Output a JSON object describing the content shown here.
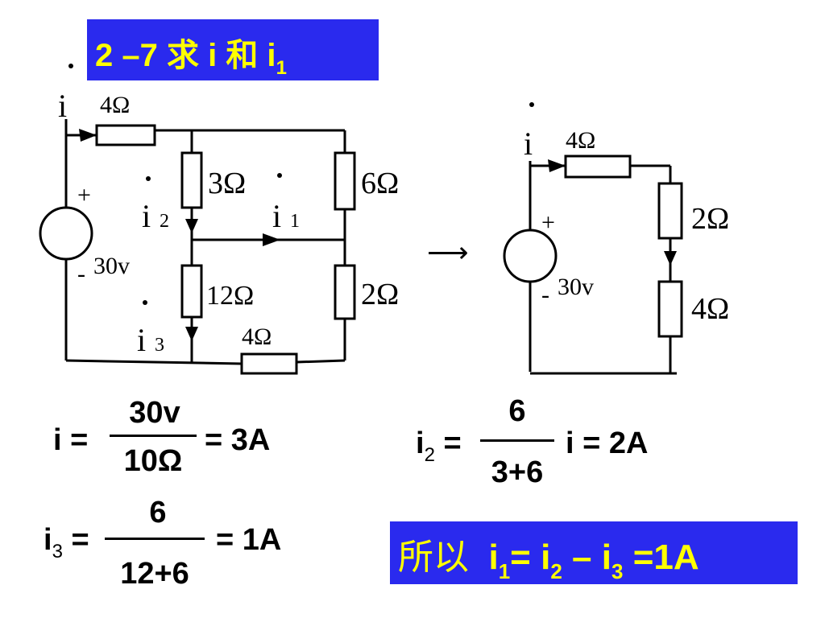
{
  "title": {
    "number": "2 –7",
    "text": "求 i 和 i",
    "sub": "1"
  },
  "left_circuit": {
    "current_i": "i",
    "current_i1": "i",
    "current_i1_sub": "1",
    "current_i2": "i",
    "current_i2_sub": "2",
    "current_i3": "i",
    "current_i3_sub": "3",
    "r_top": "4Ω",
    "r_3": "3Ω",
    "r_6": "6Ω",
    "r_12": "12Ω",
    "r_2": "2Ω",
    "r_bottom": "4Ω",
    "plus": "+",
    "minus": "-",
    "source": "30v"
  },
  "arrow": "⟶",
  "right_circuit": {
    "current_i": "i",
    "r_top": "4Ω",
    "r_2": "2Ω",
    "r_4": "4Ω",
    "plus": "+",
    "minus": "-",
    "source": "30v"
  },
  "equations": {
    "eq1": {
      "lhs": "i =",
      "num": "30v",
      "den": "10Ω",
      "rhs": "= 3A"
    },
    "eq2": {
      "lhs_var": "i",
      "lhs_sub": "2",
      "eq": "=",
      "num": "6",
      "den": "3+6",
      "rhs": "i = 2A"
    },
    "eq3": {
      "lhs_var": "i",
      "lhs_sub": "3",
      "eq": "=",
      "num": "6",
      "den": "12+6",
      "rhs": "= 1A"
    }
  },
  "result": {
    "prefix": "所以",
    "i1": "i",
    "i1_sub": "1",
    "eq": "=",
    "i2": "i",
    "i2_sub": "2",
    "minus": "–",
    "i3": "i",
    "i3_sub": "3",
    "tail": "=1A"
  },
  "colors": {
    "title_bg": "#2a2aee",
    "title_fg": "#ffff00"
  }
}
